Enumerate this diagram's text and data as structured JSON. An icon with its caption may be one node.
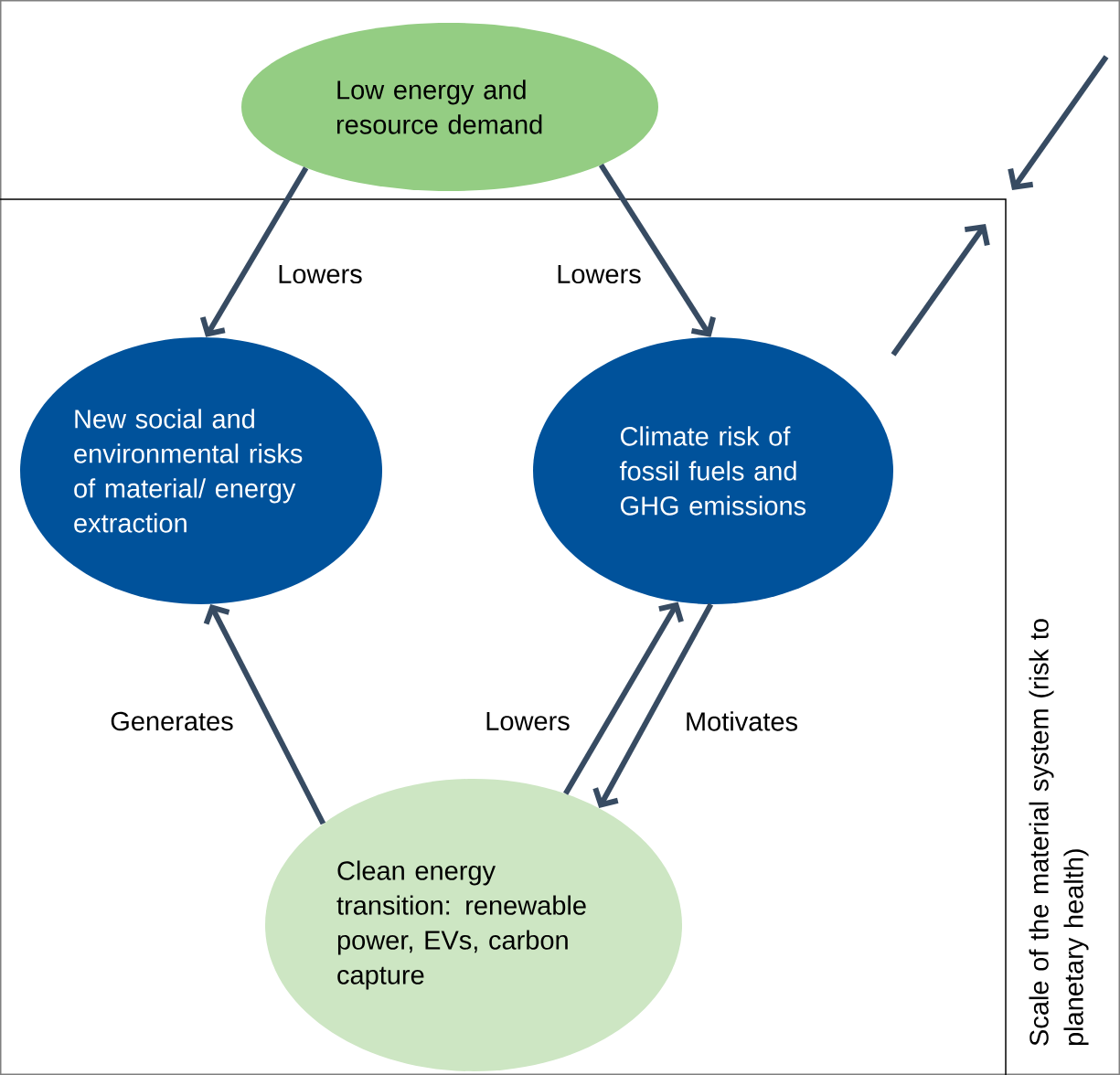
{
  "diagram": {
    "nodes": [
      {
        "text": [
          "Low energy and resource demand"
        ]
      },
      {
        "text": [
          "New social and environmental risks of material/ energy extraction"
        ]
      },
      {
        "text": [
          "Climate risk of fossil fuels and GHG emissions"
        ]
      },
      {
        "text": [
          "Clean energy transition: renewable power, EVs, carbon capture"
        ]
      }
    ],
    "edges": [
      {
        "from": 0,
        "to": 1,
        "arrow": "to",
        "label": "Lowers"
      },
      {
        "from": 0,
        "to": 2,
        "arrow": "to",
        "label": "Lowers"
      },
      {
        "from": 3,
        "to": 1,
        "arrow": "to",
        "label": "Generates"
      },
      {
        "from": 3,
        "to": 2,
        "arrow": "to",
        "label": "Lowers"
      },
      {
        "from": 2,
        "to": 3,
        "arrow": "to",
        "label": "Motivates"
      }
    ],
    "labels": [
      "Scale of the material system (risk to planetary health)"
    ]
  }
}
